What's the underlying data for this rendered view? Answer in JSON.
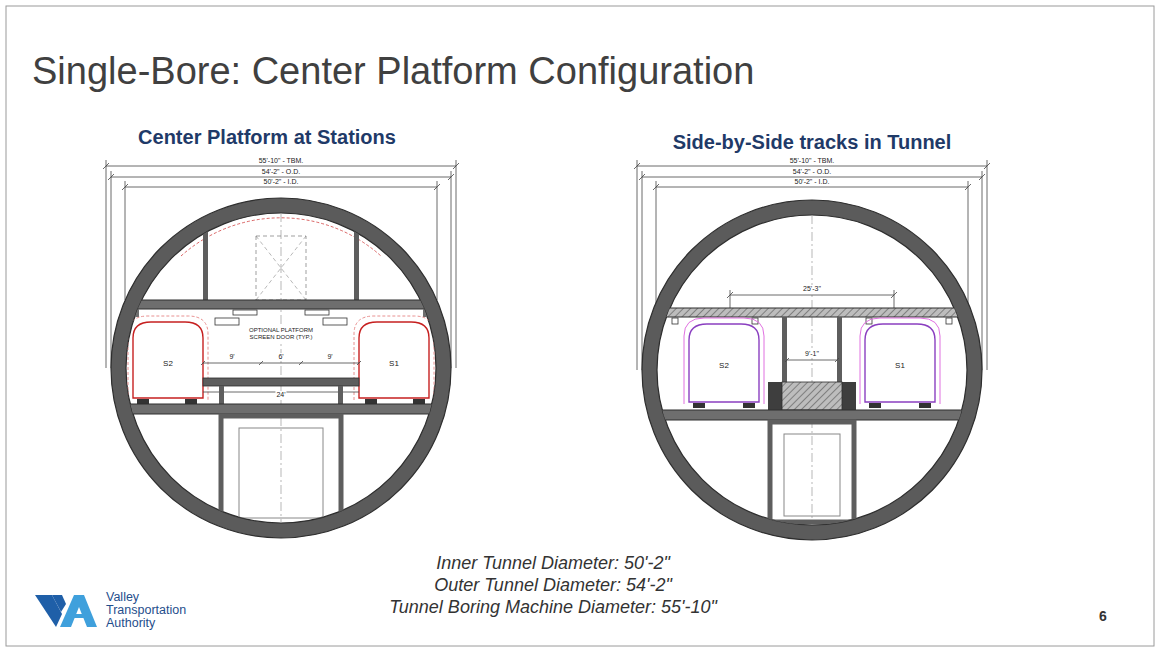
{
  "diagram": {
    "title": "Single-Bore: Center Platform Configuration",
    "labels": [
      "Center Platform at Stations",
      "Side-by-Side tracks in Tunnel",
      "55'-10\" - TBM.",
      "54'-2\" - O.D.",
      "50'-2\" - I.D.",
      "OPTIONAL PLATFORM SCREEN DOOR (TYP.)",
      "S2",
      "S1",
      "9'",
      "6'",
      "9'",
      "24'",
      "55'-10\" - TBM.",
      "54'-2\" - O.D.",
      "50'-2\" - I.D.",
      "25'-3\"",
      "9'-1\"",
      "S2",
      "S1",
      "Inner Tunnel Diameter: 50'-2\"",
      "Outer Tunnel Diameter: 54'-2\"",
      "Tunnel Boring Machine Diameter: 55'-10\"",
      "Valley Transportation Authority",
      "6"
    ]
  }
}
